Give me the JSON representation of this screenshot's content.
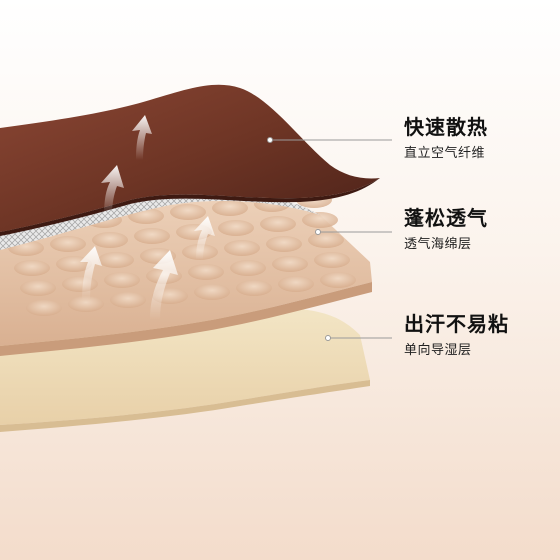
{
  "layers": [
    {
      "title": "快速散热",
      "subtitle": "直立空气纤维"
    },
    {
      "title": "蓬松透气",
      "subtitle": "透气海绵层"
    },
    {
      "title": "出汗不易粘",
      "subtitle": "单向导湿层"
    }
  ],
  "colors": {
    "fabric_top": "#6e3525",
    "foam": "#e6c3a6",
    "bottom_layer": "#efdcb6",
    "mesh": "#cfcfcf",
    "leader_line": "#9a9a9a",
    "arrow": "#ffffff"
  }
}
